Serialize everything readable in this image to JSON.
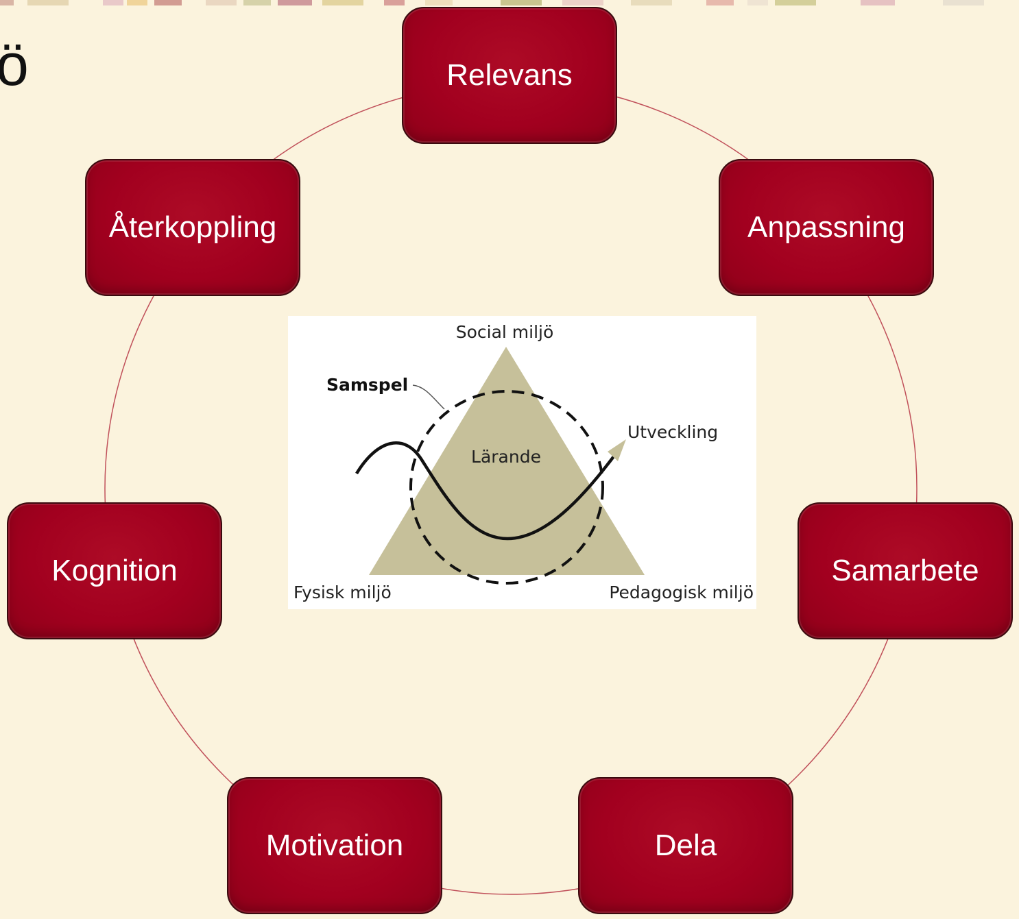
{
  "title_fragment": "ö",
  "nodes": [
    {
      "label": "Relevans"
    },
    {
      "label": "Anpassning"
    },
    {
      "label": "Samarbete"
    },
    {
      "label": "Dela"
    },
    {
      "label": "Motivation"
    },
    {
      "label": "Kognition"
    },
    {
      "label": "Återkoppling"
    }
  ],
  "center": {
    "top": "Social miljö",
    "left": "Fysisk miljö",
    "right": "Pedagogisk miljö",
    "middle": "Lärande",
    "interaction": "Samspel",
    "development": "Utveckling"
  },
  "colors": {
    "node_fill": "#a2001f",
    "ring": "#c0505a",
    "triangle": "#c6c09a",
    "background": "#fbf3dd"
  }
}
